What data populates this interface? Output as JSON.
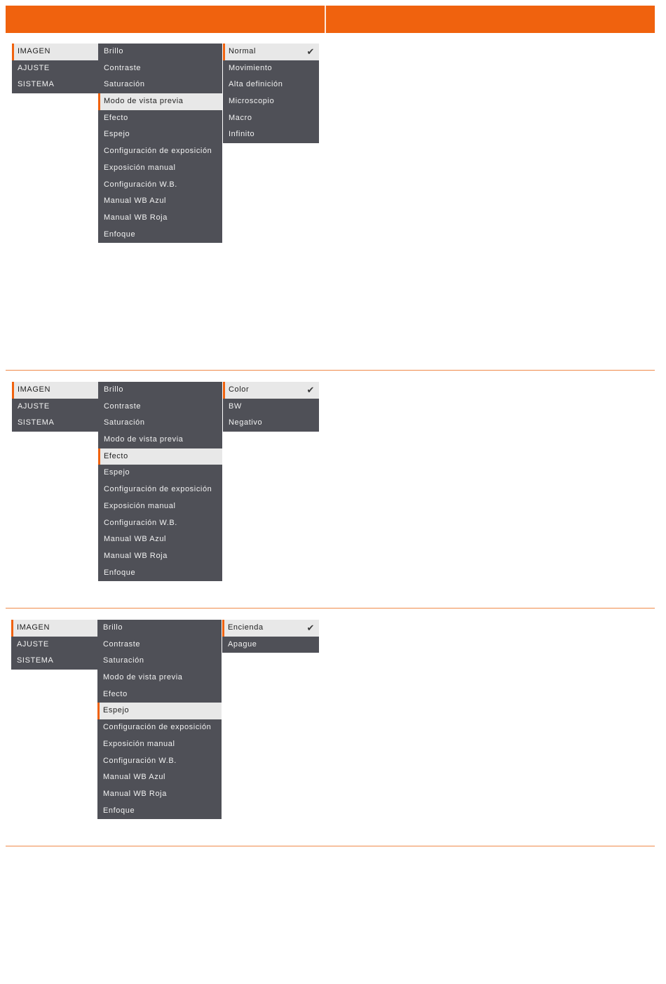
{
  "colors": {
    "accent": "#f0620e",
    "menu_bg": "#4f5057",
    "selected_bg": "#e8e8e8"
  },
  "panels": [
    {
      "main": [
        "IMAGEN",
        "AJUSTE",
        "SISTEMA"
      ],
      "main_selected": 0,
      "sub": [
        "Brillo",
        "Contraste",
        "Saturación",
        "Modo de vista previa",
        "Efecto",
        "Espejo",
        "Configuración de exposición",
        "Exposición manual",
        "Configuración W.B.",
        "Manual WB Azul",
        "Manual WB Roja",
        "Enfoque"
      ],
      "sub_selected": 3,
      "options": [
        "Normal",
        "Movimiento",
        "Alta definición",
        "Microscopio",
        "Macro",
        "Infinito"
      ],
      "option_selected": 0,
      "check_icon": "checkmark-icon"
    },
    {
      "main": [
        "IMAGEN",
        "AJUSTE",
        "SISTEMA"
      ],
      "main_selected": 0,
      "sub": [
        "Brillo",
        "Contraste",
        "Saturación",
        "Modo de vista previa",
        "Efecto",
        "Espejo",
        "Configuración de exposición",
        "Exposición manual",
        "Configuración W.B.",
        "Manual WB Azul",
        "Manual WB Roja",
        "Enfoque"
      ],
      "sub_selected": 4,
      "options": [
        "Color",
        "BW",
        "Negativo"
      ],
      "option_selected": 0,
      "check_icon": "checkmark-icon"
    },
    {
      "main": [
        "IMAGEN",
        "AJUSTE",
        "SISTEMA"
      ],
      "main_selected": 0,
      "sub": [
        "Brillo",
        "Contraste",
        "Saturación",
        "Modo de vista previa",
        "Efecto",
        "Espejo",
        "Configuración de exposición",
        "Exposición manual",
        "Configuración W.B.",
        "Manual WB Azul",
        "Manual WB Roja",
        "Enfoque"
      ],
      "sub_selected": 5,
      "options": [
        "Encienda",
        "Apague"
      ],
      "option_selected": 0,
      "check_icon": "checkmark-icon"
    }
  ]
}
